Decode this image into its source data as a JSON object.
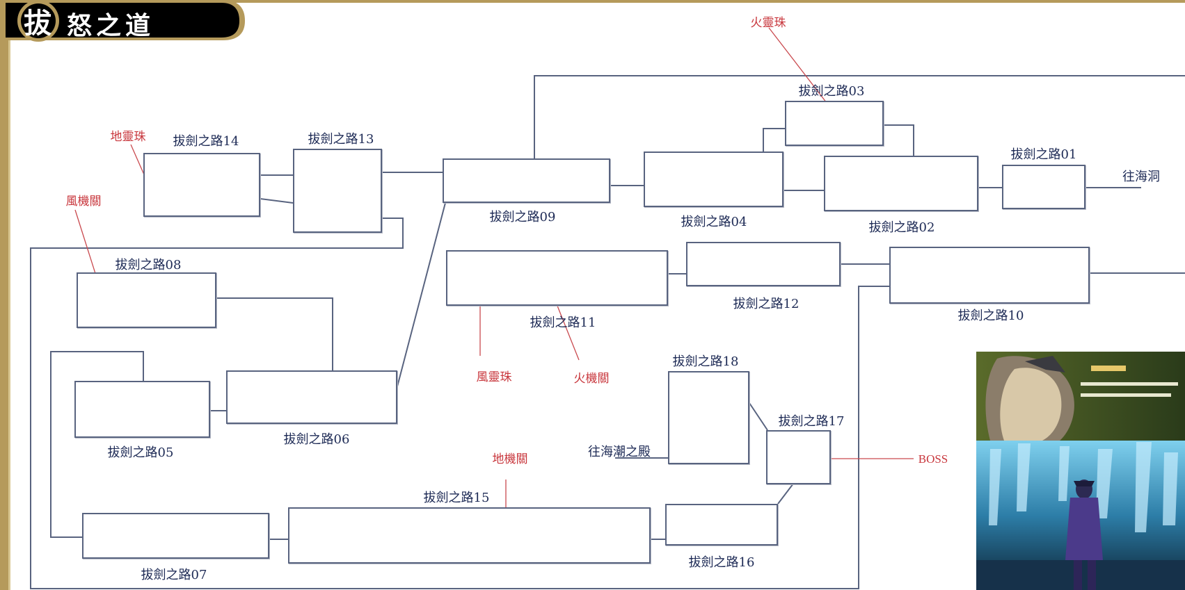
{
  "header": {
    "badge": "拔",
    "title": "怒之道"
  },
  "nodes": [
    {
      "id": "n01",
      "label": "拔劍之路01"
    },
    {
      "id": "n02",
      "label": "拔劍之路02"
    },
    {
      "id": "n03",
      "label": "拔劍之路03"
    },
    {
      "id": "n04",
      "label": "拔劍之路04"
    },
    {
      "id": "n05",
      "label": "拔劍之路05"
    },
    {
      "id": "n06",
      "label": "拔劍之路06"
    },
    {
      "id": "n07",
      "label": "拔劍之路07"
    },
    {
      "id": "n08",
      "label": "拔劍之路08"
    },
    {
      "id": "n09",
      "label": "拔劍之路09"
    },
    {
      "id": "n10",
      "label": "拔劍之路10"
    },
    {
      "id": "n11",
      "label": "拔劍之路11"
    },
    {
      "id": "n12",
      "label": "拔劍之路12"
    },
    {
      "id": "n13",
      "label": "拔劍之路13"
    },
    {
      "id": "n14",
      "label": "拔劍之路14"
    },
    {
      "id": "n15",
      "label": "拔劍之路15"
    },
    {
      "id": "n16",
      "label": "拔劍之路16"
    },
    {
      "id": "n17",
      "label": "拔劍之路17"
    },
    {
      "id": "n18",
      "label": "拔劍之路18"
    }
  ],
  "exits": {
    "to_cave": "往海洞",
    "to_palace": "往海潮之殿"
  },
  "annotations": {
    "earth_orb": "地靈珠",
    "wind_trap": "風機關",
    "fire_orb": "火靈珠",
    "wind_orb": "風靈珠",
    "fire_trap": "火機關",
    "earth_trap": "地機關",
    "boss": "BOSS"
  },
  "colors": {
    "node_border": "#58637f",
    "line": "#58637f",
    "label_text": "#1d2a55",
    "annotation_text": "#c8363c",
    "pointer": "#c9494e",
    "left_border": "#b59a5b"
  }
}
